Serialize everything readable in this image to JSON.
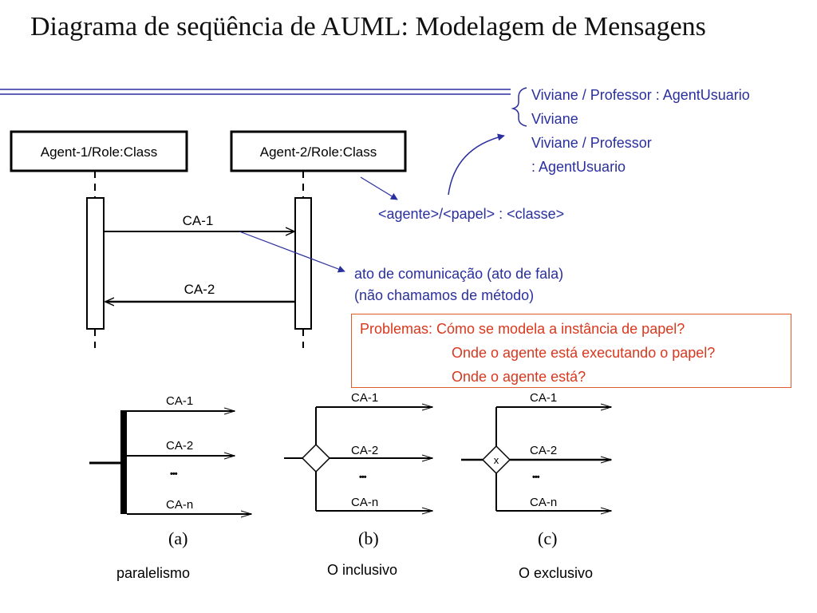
{
  "slide": {
    "title": "Diagrama de seqüência de AUML: Modelagem de Mensagens"
  },
  "sequence": {
    "agent1_label": "Agent-1/Role:Class",
    "agent2_label": "Agent-2/Role:Class",
    "msg1_label": "CA-1",
    "msg2_label": "CA-2"
  },
  "annotations": {
    "notation_lines": [
      "Viviane / Professor : AgentUsuario",
      "Viviane",
      "Viviane / Professor",
      ": AgentUsuario"
    ],
    "agent_syntax": "<agente>/<papel> : <classe>",
    "communication_act": "ato de comunicação (ato de fala)",
    "not_method": "(não chamamos de método)"
  },
  "problems": {
    "line1": "Problemas: Cómo se modela a instância de papel?",
    "line2": "Onde o agente está executando o papel?",
    "line3": "Onde o agente está?"
  },
  "connectors": [
    {
      "letter": "(a)",
      "caption": "paralelismo",
      "labels": [
        "CA-1",
        "CA-2",
        "CA-n"
      ],
      "ellipsis": "•••"
    },
    {
      "letter": "(b)",
      "caption": "O inclusivo",
      "labels": [
        "CA-1",
        "CA-2",
        "CA-n"
      ],
      "ellipsis": "•••"
    },
    {
      "letter": "(c)",
      "caption": "O exclusivo",
      "symbol": "x",
      "labels": [
        "CA-1",
        "CA-2",
        "CA-n"
      ],
      "ellipsis": "•••"
    }
  ],
  "colors": {
    "rule": "#2a2f9e",
    "annotation_text": "#2a2f9e",
    "problems_text": "#d9381e",
    "problems_border": "#e05a2b"
  }
}
